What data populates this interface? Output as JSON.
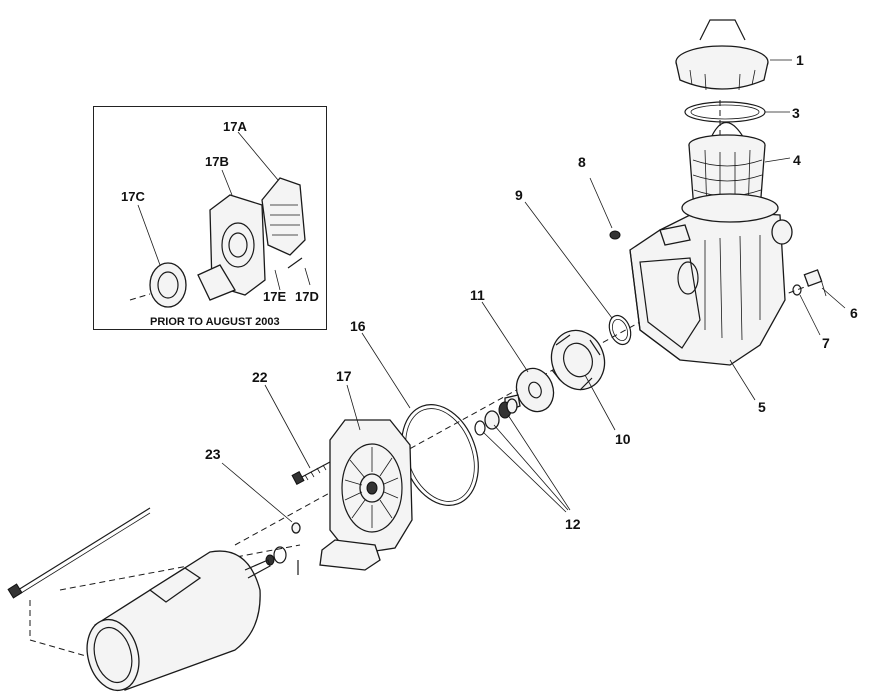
{
  "diagram": {
    "inset_caption": "PRIOR TO AUGUST 2003",
    "callouts": [
      {
        "id": "c1",
        "text": "1"
      },
      {
        "id": "c3",
        "text": "3"
      },
      {
        "id": "c4",
        "text": "4"
      },
      {
        "id": "c5",
        "text": "5"
      },
      {
        "id": "c6",
        "text": "6"
      },
      {
        "id": "c7",
        "text": "7"
      },
      {
        "id": "c8",
        "text": "8"
      },
      {
        "id": "c9",
        "text": "9"
      },
      {
        "id": "c10",
        "text": "10"
      },
      {
        "id": "c11",
        "text": "11"
      },
      {
        "id": "c12",
        "text": "12"
      },
      {
        "id": "c16",
        "text": "16"
      },
      {
        "id": "c17",
        "text": "17"
      },
      {
        "id": "c22",
        "text": "22"
      },
      {
        "id": "c23",
        "text": "23"
      },
      {
        "id": "c17a",
        "text": "17A"
      },
      {
        "id": "c17b",
        "text": "17B"
      },
      {
        "id": "c17c",
        "text": "17C"
      },
      {
        "id": "c17d",
        "text": "17D"
      },
      {
        "id": "c17e",
        "text": "17E"
      }
    ]
  }
}
